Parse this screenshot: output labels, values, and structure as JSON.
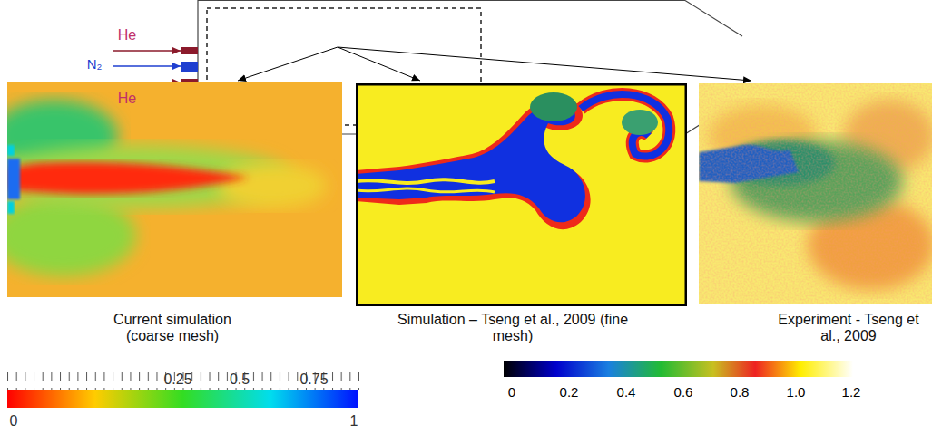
{
  "diagram": {
    "labels": [
      "He",
      "N₂",
      "He",
      "Current simulation (coarse mesh)",
      "Simulation – Tseng et al., 2009 (fine mesh)",
      "Experiment - Tseng et al., 2009",
      "0.25",
      "0.5",
      "0.75",
      "0",
      "1",
      "0",
      "0.2",
      "0.4",
      "0.6",
      "0.8",
      "1.0",
      "1.2"
    ]
  }
}
